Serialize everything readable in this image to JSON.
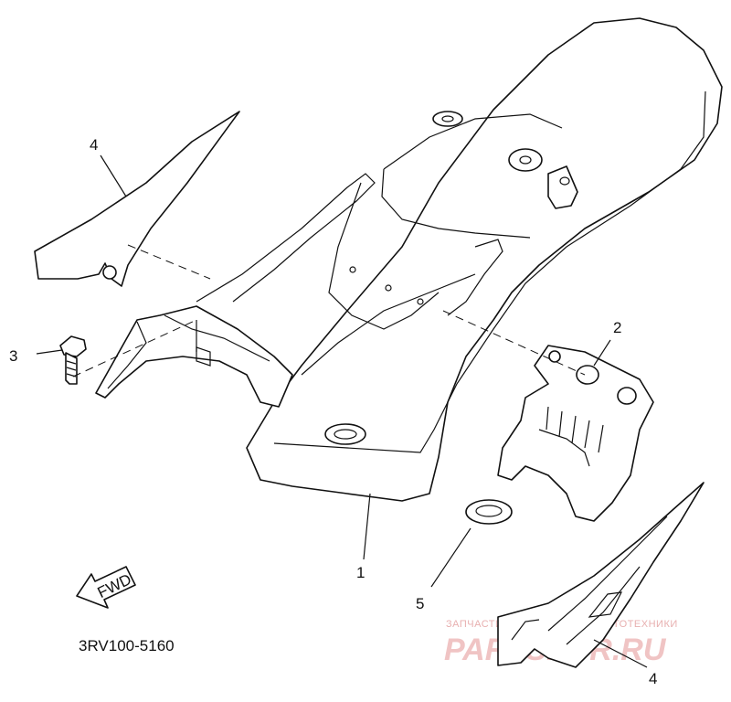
{
  "callouts": [
    {
      "label": "1"
    },
    {
      "label": "2"
    },
    {
      "label": "3"
    },
    {
      "label": "4"
    },
    {
      "label": "5"
    },
    {
      "label": "4"
    }
  ],
  "fwd_label": "FWD",
  "diagram_code": "3RV100-5160",
  "watermark": {
    "top": "ЗАПЧАСТИ ДЛЯ ЯПОНСКОЙ МОТОТЕХНИКИ",
    "brand": "PARTSFOR.RU",
    "color": "#e8a0a0"
  },
  "colors": {
    "line": "#111111",
    "background": "#ffffff"
  }
}
